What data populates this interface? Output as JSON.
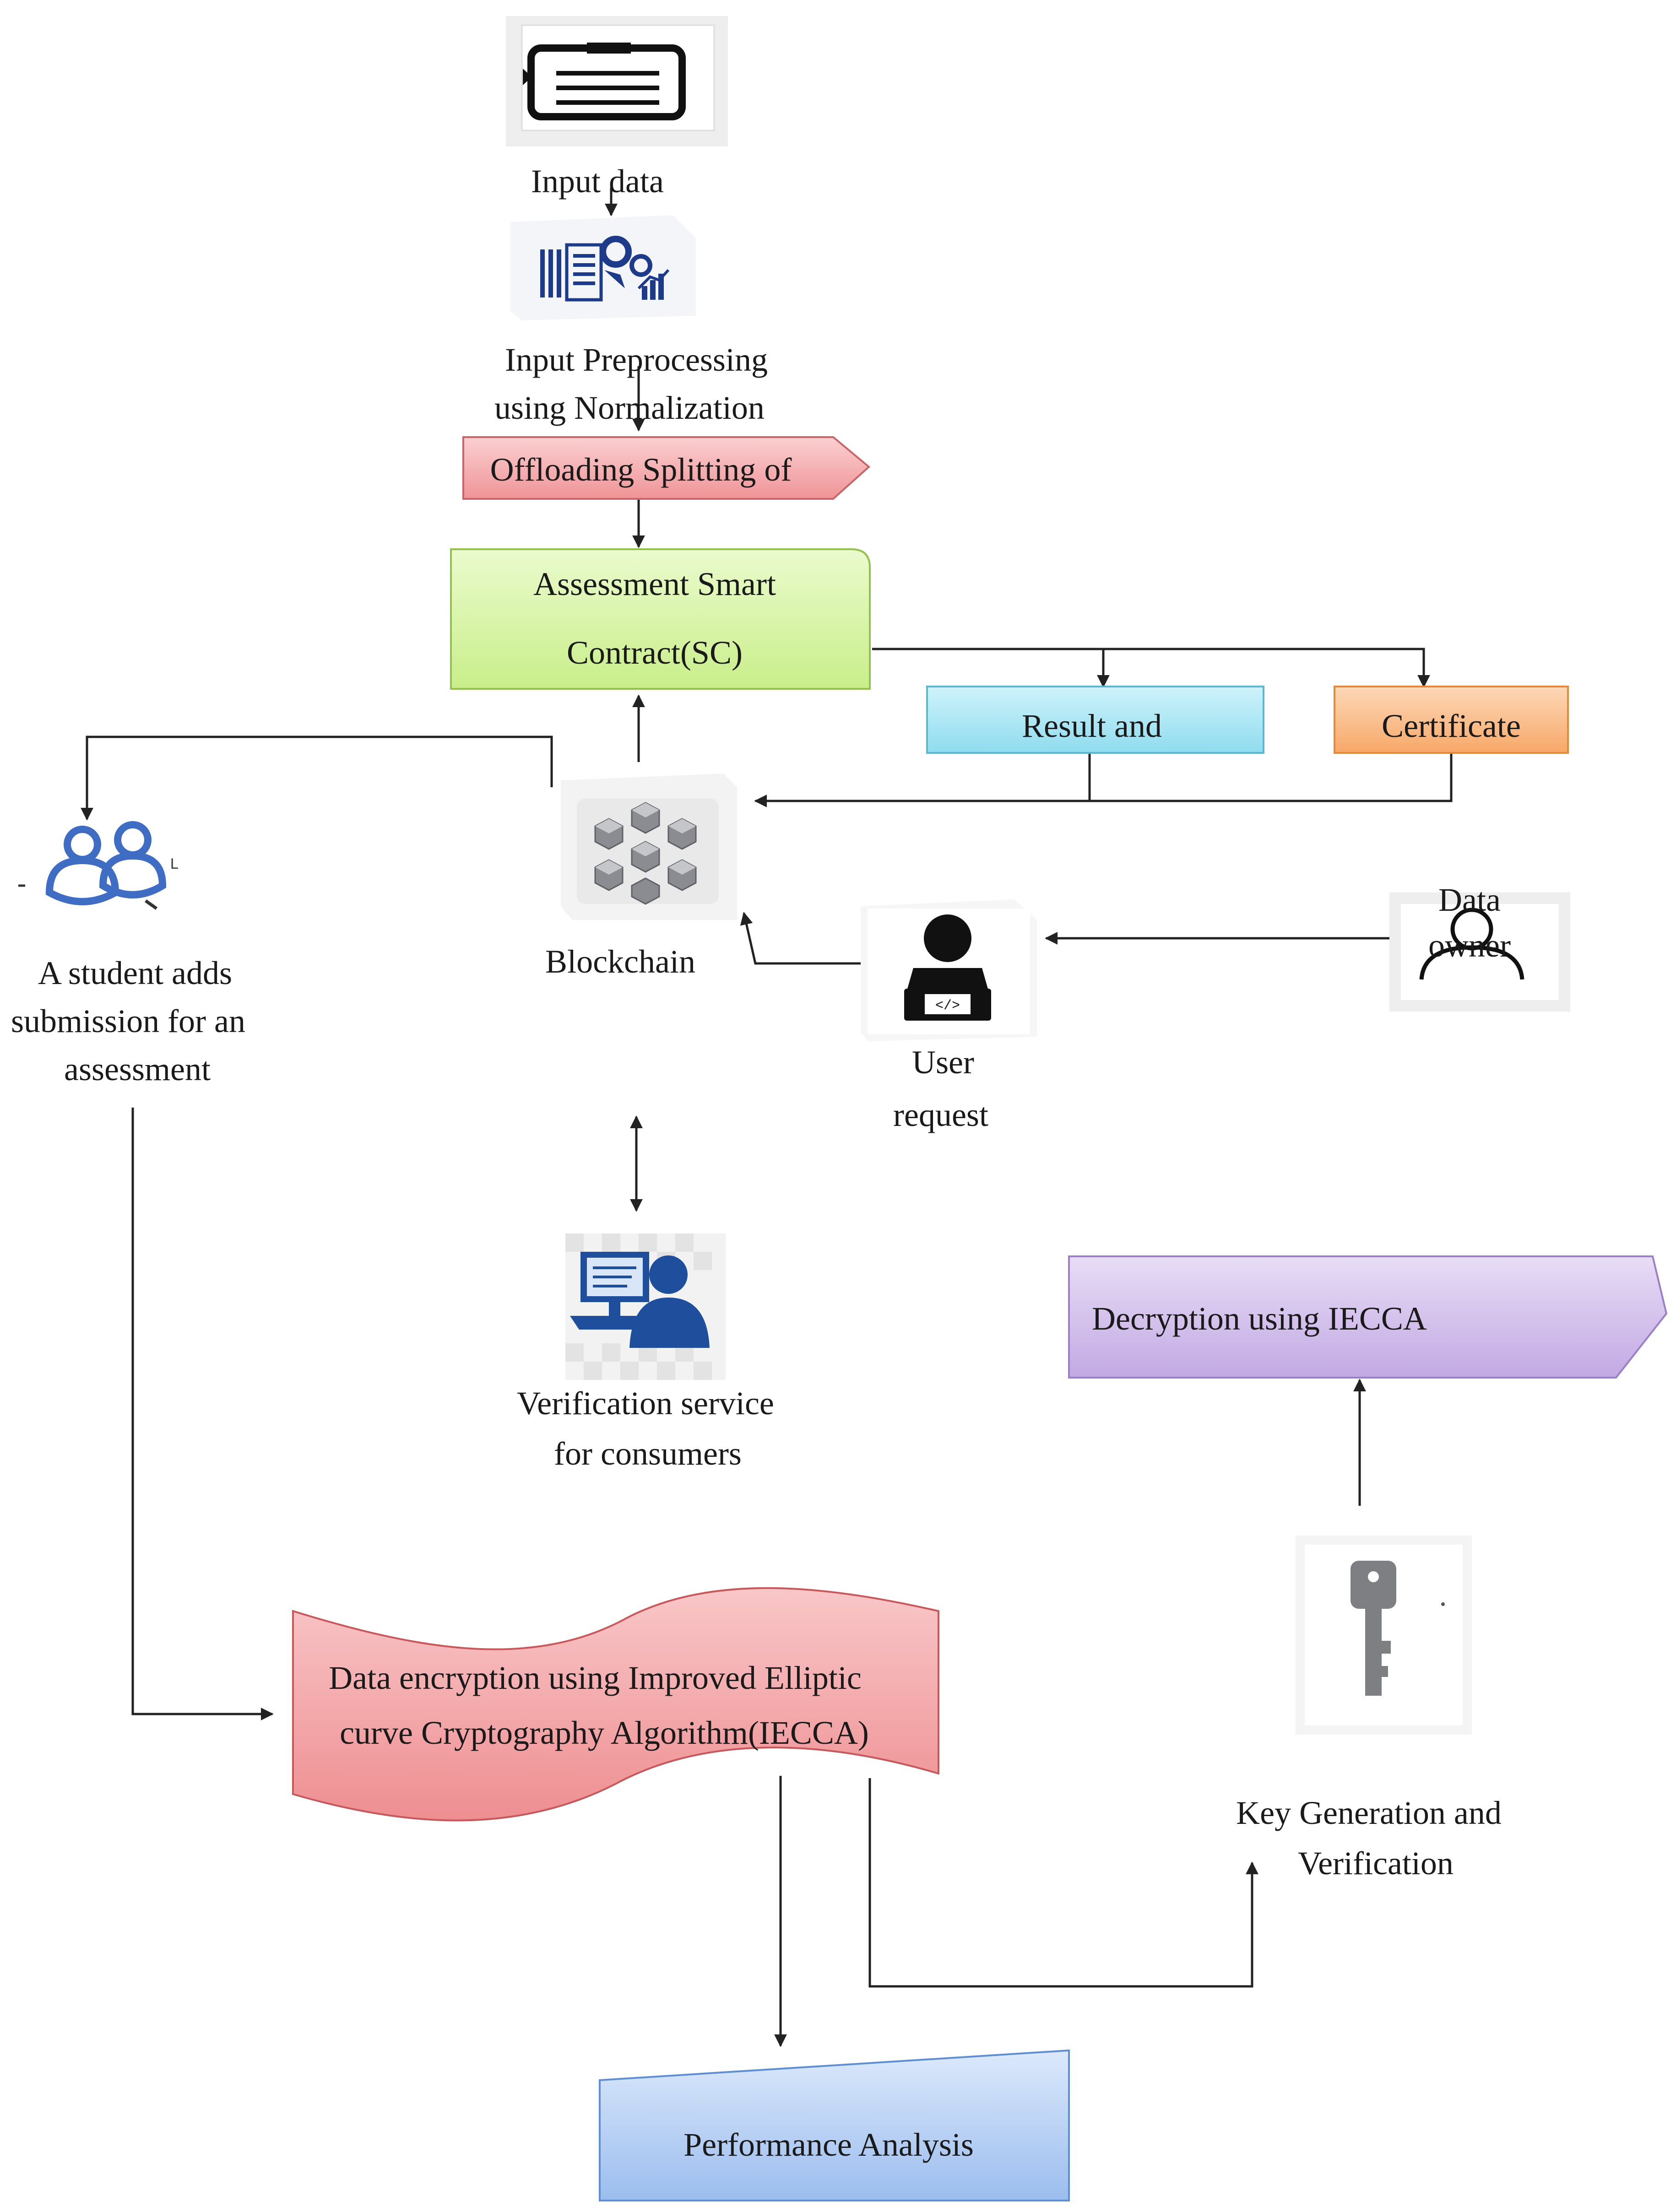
{
  "nodes": {
    "input_data": {
      "label": "Input data"
    },
    "preprocessing": {
      "line1": "Input Preprocessing",
      "line2": "using Normalization"
    },
    "offloading": {
      "label": "Offloading Splitting of"
    },
    "smart_contract": {
      "line1": "Assessment Smart",
      "line2": "Contract(SC)"
    },
    "result": {
      "label": "Result and"
    },
    "certificate": {
      "label": "Certificate"
    },
    "blockchain": {
      "label": "Blockchain"
    },
    "student": {
      "line1": "A student adds",
      "line2": "submission for an",
      "line3": "assessment"
    },
    "data_owner": {
      "line1": "Data",
      "line2": "owner"
    },
    "user_request": {
      "line1": "User",
      "line2": "request"
    },
    "verification": {
      "line1": "Verification service",
      "line2": "for consumers"
    },
    "decryption": {
      "label": "Decryption using IECCA"
    },
    "encryption": {
      "line1": "Data encryption using Improved Elliptic",
      "line2": "curve Cryptography Algorithm(IECCA)"
    },
    "key_generation": {
      "line1": "Key Generation and",
      "line2": "Verification"
    },
    "performance": {
      "label": "Performance Analysis"
    }
  },
  "colors": {
    "offloading_fill": "#f4a9ab",
    "smart_contract_fill": "#d7f5a4",
    "result_fill": "#a9e6f4",
    "certificate_fill": "#fbc08f",
    "decryption_fill": "#d5c3ec",
    "encryption_fill": "#f4a2a4",
    "performance_fill": "#b4cff2",
    "icon_blue": "#3f6dc4",
    "arrow": "#222222"
  },
  "icons": [
    "document-icon",
    "data-processing-icon",
    "blockchain-cubes-icon",
    "students-icon",
    "data-owner-icon",
    "developer-icon",
    "verification-computer-icon",
    "key-icon"
  ]
}
